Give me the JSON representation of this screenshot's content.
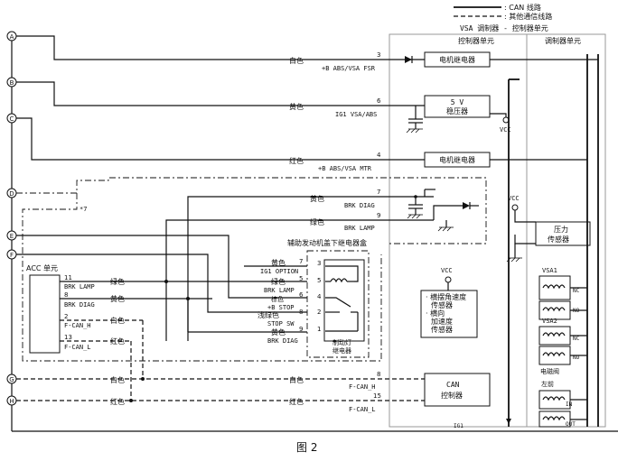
{
  "legend": {
    "can_line": ": CAN 线路",
    "other_line": ": 其他通信线路",
    "module_title": "VSA 调制器 - 控制器单元"
  },
  "sections": {
    "controller": "控制器单元",
    "modulator": "调制器单元"
  },
  "connectors": [
    "A",
    "B",
    "C",
    "D",
    "E",
    "F",
    "G",
    "H"
  ],
  "note_mark": "*7",
  "vsa_wires": [
    {
      "color": "白色",
      "signal": "+B ABS/VSA FSR",
      "pin": "3",
      "dest": "电机继电器"
    },
    {
      "color": "黄色",
      "signal": "IG1 VSA/ABS",
      "pin": "6",
      "dest": "5 V 稳压器"
    },
    {
      "color": "红色",
      "signal": "+B ABS/VSA MTR",
      "pin": "4",
      "dest": "电机继电器"
    },
    {
      "color": "黄色",
      "signal": "BRK DIAG",
      "pin": "7"
    },
    {
      "color": "绿色",
      "signal": "BRK LAMP",
      "pin": "9"
    }
  ],
  "regulator": {
    "line1": "5 V",
    "line2": "稳压器"
  },
  "motor_relay": "电机继电器",
  "motor_relay2": "电机继电器",
  "vcc": "VCC",
  "pressure_sensor": {
    "line1": "压力",
    "line2": "传感器"
  },
  "acc_unit": {
    "title": "ACC 单元",
    "pins": [
      {
        "num": "11",
        "signal": "BRK LAMP",
        "color": "绿色"
      },
      {
        "num": "8",
        "signal": "BRK DIAG",
        "color": "黄色"
      },
      {
        "num": "2",
        "signal": "F-CAN_H",
        "color": "白色"
      },
      {
        "num": "13",
        "signal": "F-CAN_L",
        "color": "红色"
      }
    ]
  },
  "aux_box": {
    "title": "辅助发动机盖下继电器盒",
    "wires": [
      {
        "color": "黄色",
        "signal": "IG1 OPTION",
        "pin": "7",
        "inner": "3"
      },
      {
        "color": "绿色",
        "signal": "BRK LAMP",
        "pin": "5",
        "inner": "5"
      },
      {
        "color": "棕色",
        "signal": "+B STOP",
        "pin": "6",
        "inner": "4"
      },
      {
        "color": "浅绿色",
        "signal": "STOP SW",
        "pin": "8",
        "inner": "2"
      },
      {
        "color": "黄色",
        "signal": "BRK DIAG",
        "pin": "9",
        "inner": "1"
      }
    ],
    "relay": {
      "line1": "制动灯",
      "line2": "继电器"
    }
  },
  "sensor_box": {
    "lines": [
      "· 横摆角速度",
      "传感器",
      "· 横向",
      "加速度",
      "传感器"
    ]
  },
  "can_rows": [
    {
      "color_left": "白色",
      "color_right": "白色",
      "signal": "F-CAN_H",
      "pin": "8"
    },
    {
      "color_left": "红色",
      "color_right": "红色",
      "signal": "F-CAN_L",
      "pin": "15"
    }
  ],
  "can_controller": {
    "line1": "CAN",
    "line2": "控制器"
  },
  "ig_cut": "IG1",
  "vsa1": {
    "title": "VSA1",
    "nc": "NC",
    "no": "NO"
  },
  "vsa2": {
    "title": "VSA2",
    "nc": "NC",
    "no": "NO"
  },
  "solenoid": {
    "title": "电磁阀",
    "sub": "左前",
    "in": "IN",
    "out": "OUT"
  },
  "figure_caption": "图  2"
}
